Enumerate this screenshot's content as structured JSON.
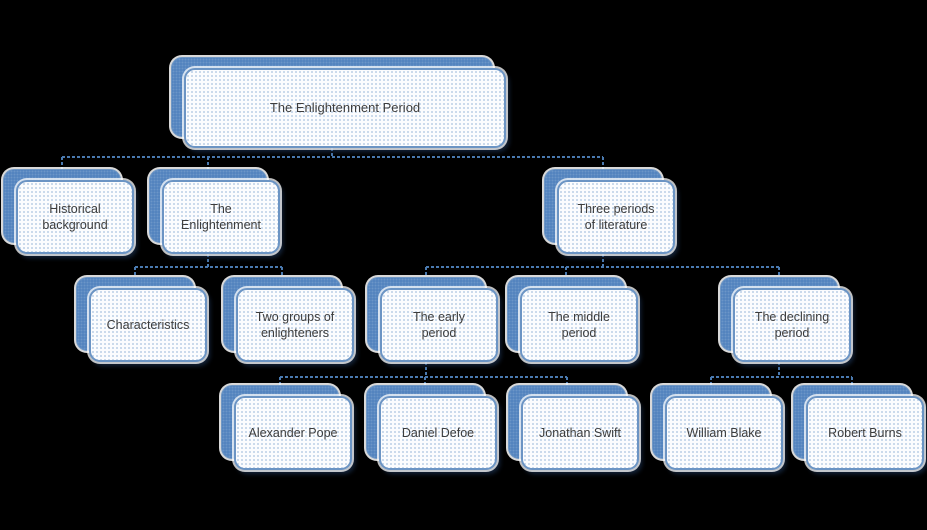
{
  "diagram": {
    "type": "org-chart",
    "title": "The Enlightenment Period",
    "background_color": "#000000",
    "node_back_fill_color": "#4f81bd",
    "node_front_fill_color": "#fbfcfe",
    "node_border_color": "#6b94c4",
    "connector_color": "#4a7ab0",
    "text_color": "#3d3d3d",
    "nodes": [
      {
        "label": "The Enlightenment Period",
        "level": 1,
        "parent": null
      },
      {
        "label": "Historical\nbackground",
        "level": 2,
        "parent": "The Enlightenment Period"
      },
      {
        "label": "The\nEnlightenment",
        "level": 2,
        "parent": "The Enlightenment Period"
      },
      {
        "label": "Three periods\nof literature",
        "level": 2,
        "parent": "The Enlightenment Period"
      },
      {
        "label": "Characteristics",
        "level": 3,
        "parent": "The Enlightenment"
      },
      {
        "label": "Two groups of\nenlighteners",
        "level": 3,
        "parent": "The Enlightenment"
      },
      {
        "label": "The early\nperiod",
        "level": 3,
        "parent": "Three periods of literature"
      },
      {
        "label": "The middle\nperiod",
        "level": 3,
        "parent": "Three periods of literature"
      },
      {
        "label": "The declining\nperiod",
        "level": 3,
        "parent": "Three periods of literature"
      },
      {
        "label": "Alexander Pope",
        "level": 4,
        "parent": "The early period"
      },
      {
        "label": "Daniel Defoe",
        "level": 4,
        "parent": "The early period"
      },
      {
        "label": "Jonathan Swift",
        "level": 4,
        "parent": "The early period"
      },
      {
        "label": "William Blake",
        "level": 4,
        "parent": "The declining period"
      },
      {
        "label": "Robert Burns",
        "level": 4,
        "parent": "The declining period"
      }
    ]
  }
}
